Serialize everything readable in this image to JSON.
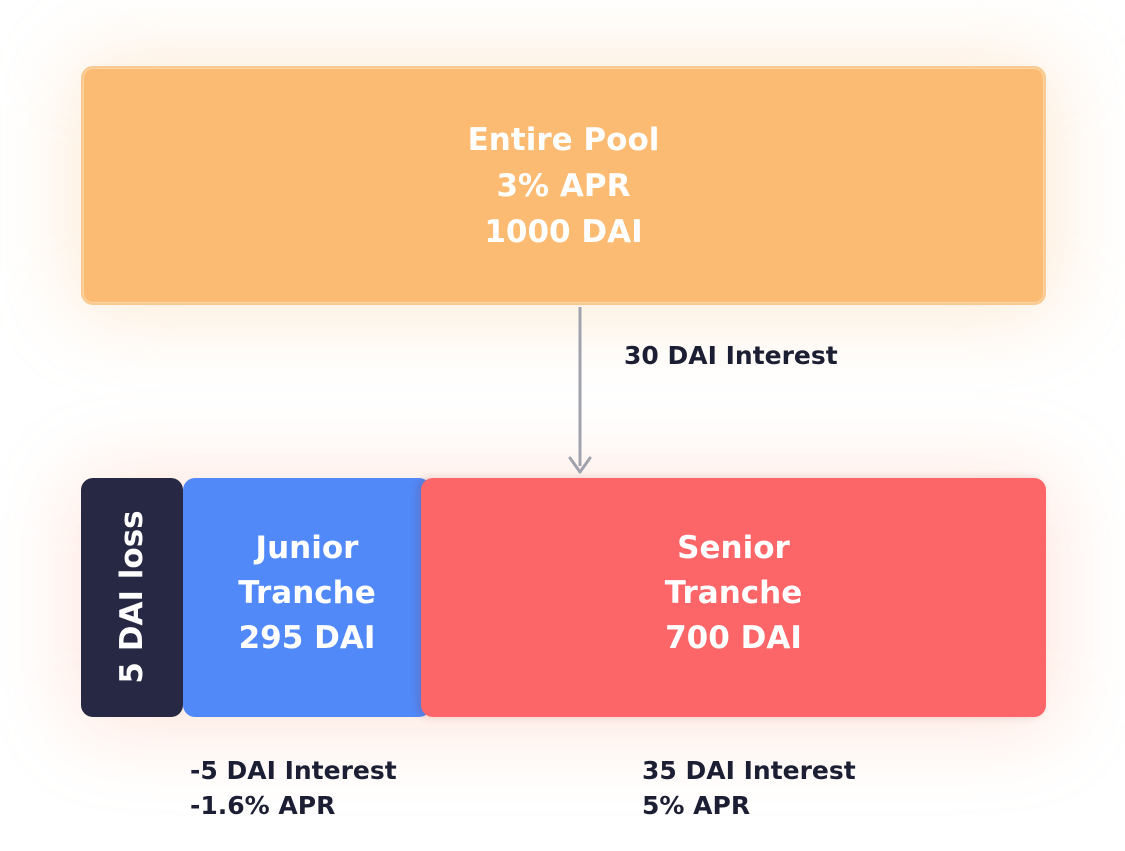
{
  "pool": {
    "title": "Entire Pool",
    "apr": "3% APR",
    "amount": "1000 DAI"
  },
  "flow": {
    "label": "30 DAI Interest"
  },
  "loss": {
    "label": "5 DAI loss"
  },
  "junior": {
    "line1": "Junior",
    "line2": "Tranche",
    "amount": "295 DAI",
    "interest": "-5 DAI Interest",
    "apr": "-1.6% APR"
  },
  "senior": {
    "line1": "Senior",
    "line2": "Tranche",
    "amount": "700 DAI",
    "interest": "35 DAI Interest",
    "apr": "5% APR"
  },
  "colors": {
    "pool": "#fcbb73",
    "loss": "#262844",
    "junior": "#5289f8",
    "senior": "#fd6669",
    "arrow": "#a0a3ae",
    "text_dark": "#1c1f33"
  }
}
